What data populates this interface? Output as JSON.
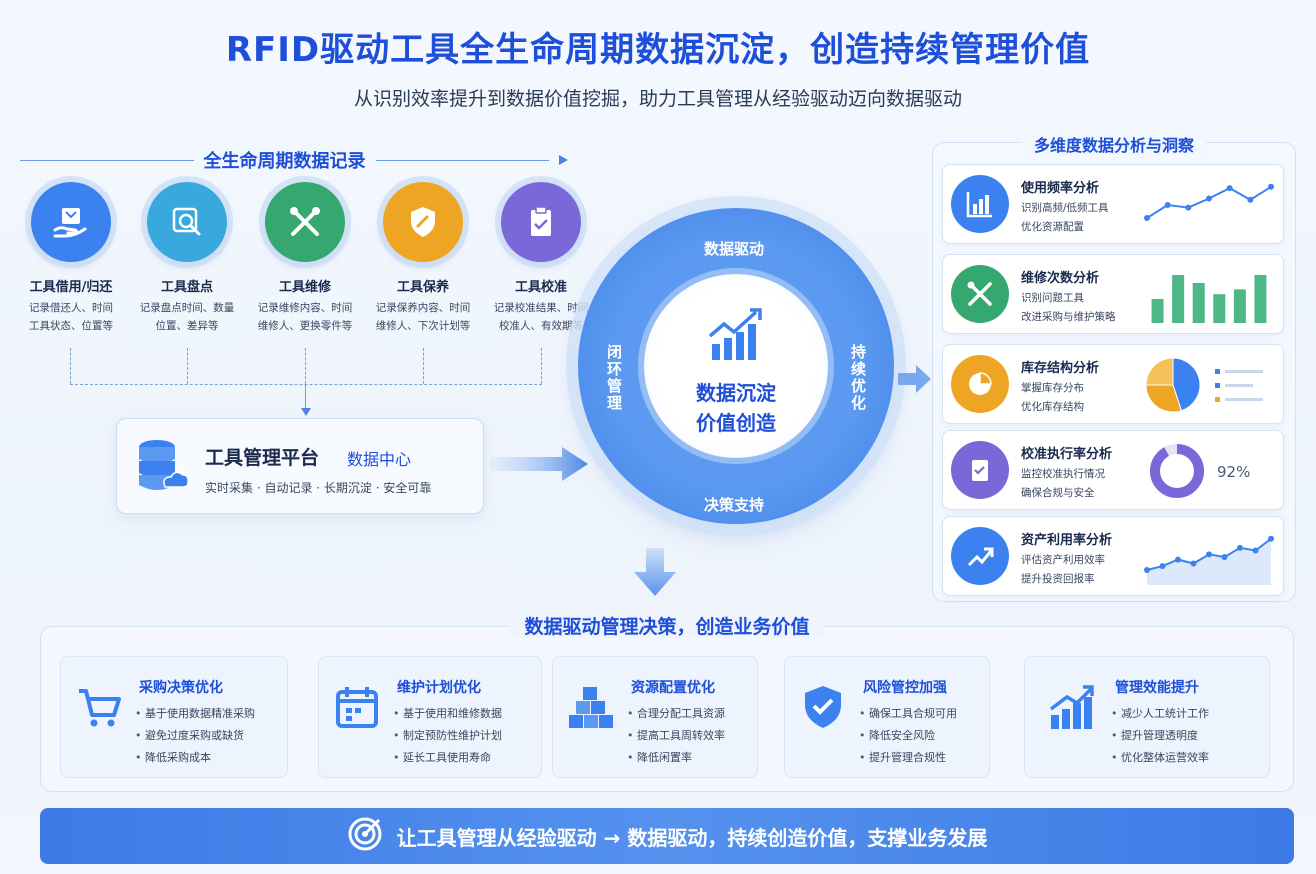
{
  "header": {
    "title": "RFID驱动工具全生命周期数据沉淀，创造持续管理价值",
    "subtitle": "从识别效率提升到数据价值挖掘，助力工具管理从经验驱动迈向数据驱动"
  },
  "lifecycle": {
    "title": "全生命周期数据记录",
    "stages": [
      {
        "name": "工具借用/归还",
        "line1": "记录借还人、时间",
        "line2": "工具状态、位置等",
        "icon": "hand-box-icon",
        "color": "#3b82f0"
      },
      {
        "name": "工具盘点",
        "line1": "记录盘点时间、数量",
        "line2": "位置、差异等",
        "icon": "magnifier-icon",
        "color": "#38a8dd"
      },
      {
        "name": "工具维修",
        "line1": "记录维修内容、时间",
        "line2": "维修人、更换零件等",
        "icon": "wrench-screwdriver-icon",
        "color": "#35a86f"
      },
      {
        "name": "工具保养",
        "line1": "记录保养内容、时间",
        "line2": "维修人、下次计划等",
        "icon": "shield-wrench-icon",
        "color": "#efa524"
      },
      {
        "name": "工具校准",
        "line1": "记录校准结果、时间",
        "line2": "校准人、有效期等",
        "icon": "clipboard-check-icon",
        "color": "#7a68d8"
      }
    ]
  },
  "platform": {
    "title": "工具管理平台",
    "subtitle": "数据中心",
    "desc": "实时采集 · 自动记录 · 长期沉淀 · 安全可靠",
    "icon": "database-cloud-icon"
  },
  "center": {
    "top": "数据驱动",
    "right": "持续优化",
    "bottom": "决策支持",
    "left": "闭环管理",
    "line1": "数据沉淀",
    "line2": "价值创造",
    "icon": "growth-chart-icon"
  },
  "analysis": {
    "title": "多维度数据分析与洞察",
    "cards": [
      {
        "title": "使用频率分析",
        "line1": "识别高频/低频工具",
        "line2": "优化资源配置",
        "icon": "bar-chart-icon",
        "color": "#3b82f0",
        "viz": "line",
        "values": [
          2,
          4,
          3.6,
          5,
          6.6,
          4.8,
          6.8
        ]
      },
      {
        "title": "维修次数分析",
        "line1": "识别问题工具",
        "line2": "改进采购与维护策略",
        "icon": "tools-icon",
        "color": "#35a86f",
        "viz": "bar",
        "values": [
          3,
          6,
          5,
          3.6,
          4.2,
          6
        ]
      },
      {
        "title": "库存结构分析",
        "line1": "掌握库存分布",
        "line2": "优化库存结构",
        "icon": "pie-chart-icon",
        "color": "#efa524",
        "viz": "pie",
        "values": [
          45,
          30,
          25
        ]
      },
      {
        "title": "校准执行率分析",
        "line1": "监控校准执行情况",
        "line2": "确保合规与安全",
        "icon": "clipboard-icon",
        "color": "#7a68d8",
        "viz": "donut",
        "values": [
          92
        ],
        "value_label": "92%"
      },
      {
        "title": "资产利用率分析",
        "line1": "评估资产利用效率",
        "line2": "提升投资回报率",
        "icon": "trend-up-icon",
        "color": "#3b82f0",
        "viz": "area",
        "values": [
          2,
          2.6,
          3.6,
          3,
          4.4,
          4,
          5.4,
          5,
          6.8
        ]
      }
    ]
  },
  "value": {
    "title": "数据驱动管理决策，创造业务价值",
    "cards": [
      {
        "title": "采购决策优化",
        "items": [
          "基于使用数据精准采购",
          "避免过度采购或缺货",
          "降低采购成本"
        ],
        "icon": "cart-icon"
      },
      {
        "title": "维护计划优化",
        "items": [
          "基于使用和维修数据",
          "制定预防性维护计划",
          "延长工具使用寿命"
        ],
        "icon": "calendar-icon"
      },
      {
        "title": "资源配置优化",
        "items": [
          "合理分配工具资源",
          "提高工具周转效率",
          "降低闲置率"
        ],
        "icon": "cubes-icon"
      },
      {
        "title": "风险管控加强",
        "items": [
          "确保工具合规可用",
          "降低安全风险",
          "提升管理合规性"
        ],
        "icon": "shield-check-icon"
      },
      {
        "title": "管理效能提升",
        "items": [
          "减少人工统计工作",
          "提升管理透明度",
          "优化整体运营效率"
        ],
        "icon": "growth-bars-icon"
      }
    ]
  },
  "banner": {
    "text": "让工具管理从经验驱动 → 数据驱动，持续创造价值，支撑业务发展",
    "icon": "target-icon"
  }
}
